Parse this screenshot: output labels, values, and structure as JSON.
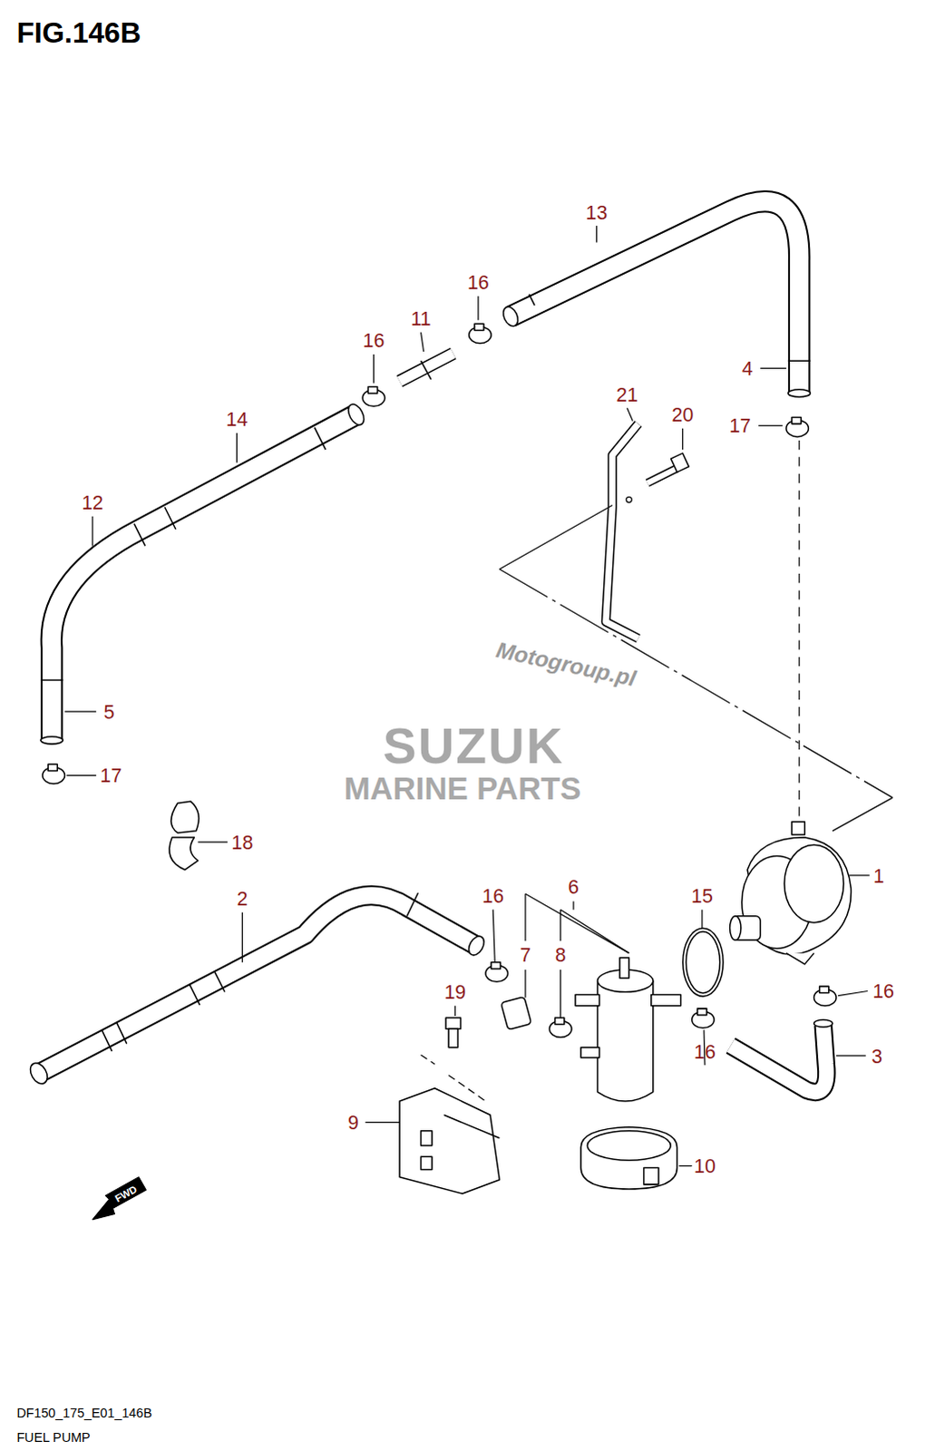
{
  "diagram": {
    "title": "FIG.146B",
    "caption": "FUEL PUMP",
    "labels": [
      "13",
      "16",
      "11",
      "16",
      "4",
      "21",
      "20",
      "14",
      "17",
      "12",
      "Motogroup.pl",
      "5",
      "SUZUK",
      "MARINE PARTS",
      "17",
      "18",
      "1",
      "6",
      "16",
      "15",
      "2",
      "7",
      "8",
      "19",
      "16",
      "3",
      "16",
      "9",
      "10",
      "FWD",
      "DF150_175_E01_146B"
    ]
  }
}
